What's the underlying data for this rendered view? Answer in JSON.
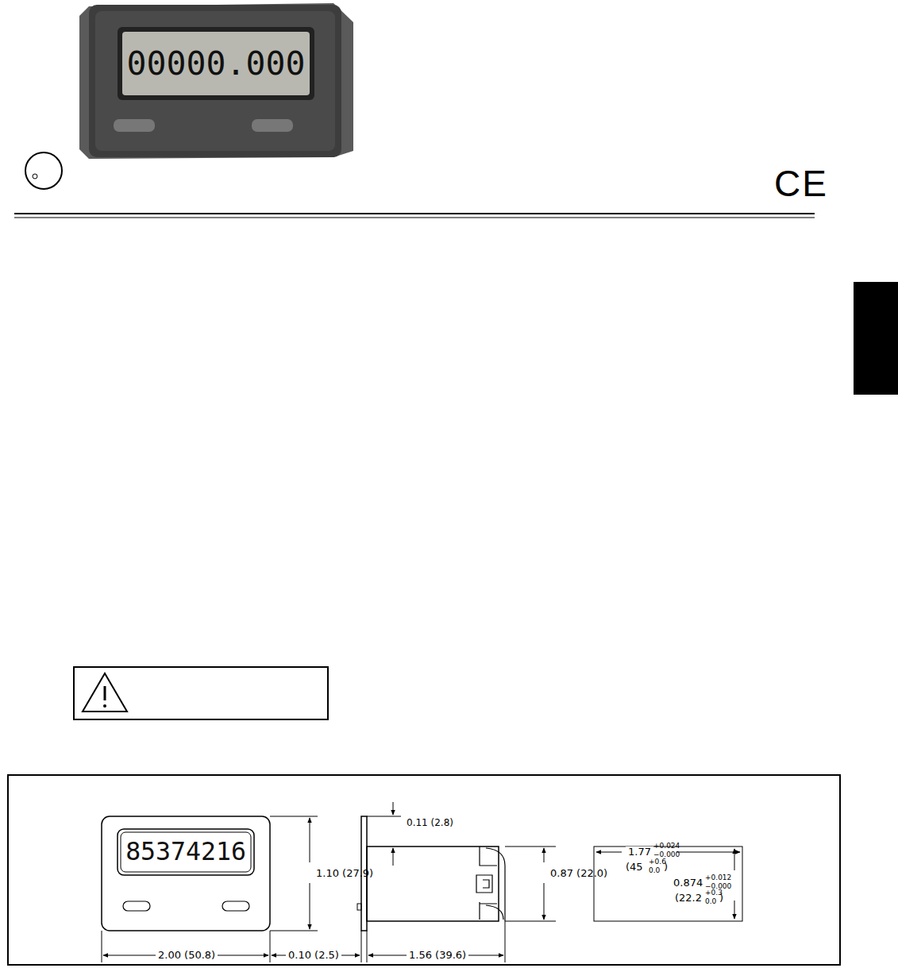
{
  "diagram": {
    "nodes": [
      {
        "text": [
          "00000.000"
        ]
      },
      {
        "text": [
          "85374216"
        ]
      }
    ],
    "labels": [
      "0.11 (2.8)",
      "1.10 (27.9)",
      "0.87 (22.0)",
      "1.77",
      "+0.024",
      "−0.000",
      "(45",
      "+0.6",
      "0.0",
      ")",
      "0.874",
      "+0.012",
      "−0.000",
      "(22.2",
      "+0.3",
      "0.0",
      ")",
      "2.00 (50.8)",
      "0.10 (2.5)",
      "1.56 (39.6)",
      "CE"
    ]
  }
}
